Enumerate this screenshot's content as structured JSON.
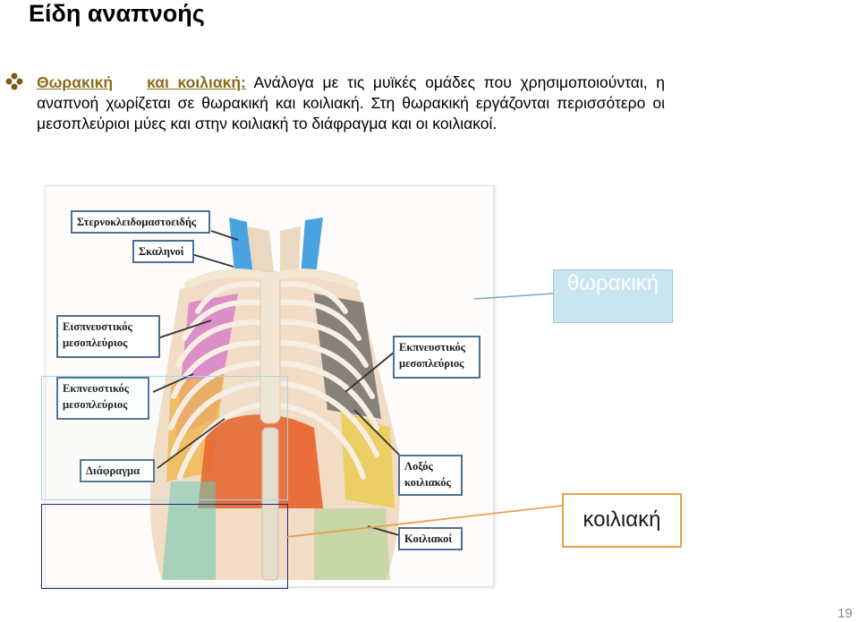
{
  "slide": {
    "title": "Είδη αναπνοής",
    "bullet_term_1": "Θωρακική",
    "bullet_term_2": "και κοιλιακή:",
    "paragraph": " Ανάλογα με τις μυϊκές ομάδες που χρησιμοποιούνται, η αναπνοή χωρίζεται σε θωρακική και κοιλιακή. Στη θωρακική εργάζονται περισσότερο οι μεσοπλεύριοι μύες και στην κοιλιακή το διάφραγμα και οι κοιλιακοί.",
    "page_number": "19"
  },
  "figure": {
    "labels": {
      "sternocleidomastoid": "Στερνοκλειδομαστοειδής",
      "scalenes": "Σκαληνοί",
      "inspiratory_intercostal_1": "Εισπνευστικός",
      "inspiratory_intercostal_2": "μεσοπλεύριος",
      "expiratory_intercostal_left_1": "Εκπνευστικός",
      "expiratory_intercostal_left_2": "μεσοπλεύριος",
      "expiratory_intercostal_right_1": "Εκπνευστικός",
      "expiratory_intercostal_right_2": "μεσοπλεύριος",
      "diaphragm": "Διάφραγμα",
      "oblique_1": "Λοξός",
      "oblique_2": "κοιλιακός",
      "abdominals": "Κοιλιακοί"
    }
  },
  "callouts": {
    "thoracic": "θωρακική",
    "abdominal": "κοιλιακή"
  },
  "colors": {
    "term": "#8c6c1c",
    "label_border": "#4e6f93",
    "thoracic_box": "#c9e6ef",
    "abdominal_box_border": "#e8a04c"
  }
}
